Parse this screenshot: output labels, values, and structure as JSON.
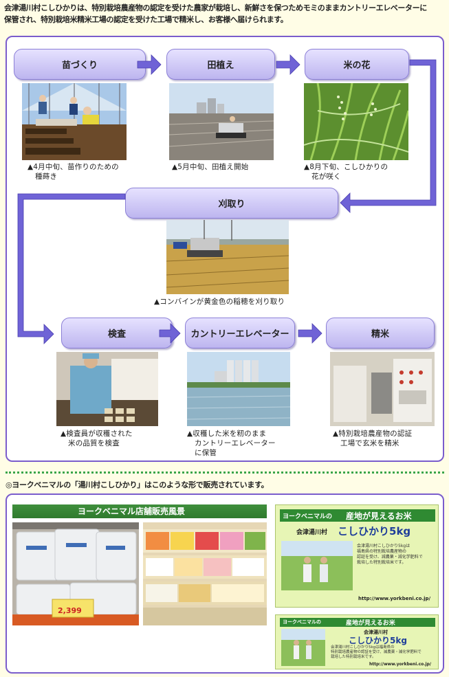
{
  "intro": {
    "line1": "会津湯川村こしひかりは、特別栽培農産物の認定を受けた農家が栽培し、新鮮さを保つためモミのままカントリーエレベーターに",
    "line2": "保管され、特別栽培米精米工場の認定を受けた工場で精米し、お客様へ届けられます。"
  },
  "steps": {
    "naeduk": "苗づくり",
    "taue": "田植え",
    "hana": "米の花",
    "karitori": "刈取り",
    "kensa": "検査",
    "elevator": "カントリーエレベーター",
    "seimai": "精米"
  },
  "captions": {
    "naeduk": [
      "▲4月中旬、苗作りのための",
      "種蒔き"
    ],
    "taue": [
      "▲5月中旬、田植え開始"
    ],
    "hana": [
      "▲8月下旬、こしひかりの",
      "花が咲く"
    ],
    "karitori": [
      "▲コンバインが黄金色の稲穂を刈り取り"
    ],
    "kensa": [
      "▲検査員が収穫された",
      "米の品質を検査"
    ],
    "elevator": [
      "▲収穫した米を籾のまま",
      "カントリーエレベーター",
      "に保管"
    ],
    "seimai": [
      "▲特別栽培農産物の認証",
      "工場で玄米を精米"
    ]
  },
  "store": {
    "subhead": "◎ヨークベニマルの「湯川村こしひかり」はこのような形で販売されています。",
    "banner": "ヨークベニマル店舗販売風景",
    "price_tag": "2,399",
    "poster1": {
      "brand": "ヨークベニマルの",
      "slogan": "産地が見えるお米",
      "origin": "会津湯川村",
      "product": "こしひかり5kg",
      "desc": [
        "会津湯川村こしひかり5kgは",
        "福島県の特別栽培農産物の",
        "認証を受け、減農薬・減化学肥料で",
        "栽培した特別栽培米です。"
      ],
      "url": "http://www.yorkbeni.co.jp/"
    },
    "poster2": {
      "brand": "ヨークベニマルの",
      "slogan": "産地が見えるお米",
      "origin": "会津湯川村",
      "product": "こしひかり5kg",
      "desc": [
        "会津湯川村こしひかり5kgは福島県の",
        "特別栽培農産物の認証を受け、減農薬・減化学肥料で",
        "栽培した特別栽培米です。"
      ],
      "url": "http://www.yorkbeni.co.jp/"
    }
  },
  "colors": {
    "arrow": "#6f63d6",
    "panel_border": "#7a5ccc",
    "dotline": "#3aa54a",
    "banner": "#2f7a2d"
  }
}
